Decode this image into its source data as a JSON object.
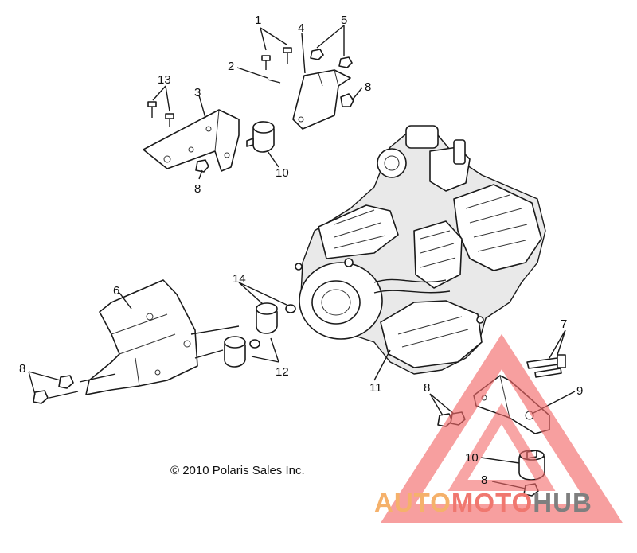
{
  "diagram": {
    "callouts": [
      {
        "id": "c1",
        "text": "1"
      },
      {
        "id": "c2",
        "text": "2"
      },
      {
        "id": "c3",
        "text": "3"
      },
      {
        "id": "c4",
        "text": "4"
      },
      {
        "id": "c5",
        "text": "5"
      },
      {
        "id": "c6",
        "text": "6"
      },
      {
        "id": "c7",
        "text": "7"
      },
      {
        "id": "c8a",
        "text": "8"
      },
      {
        "id": "c8b",
        "text": "8"
      },
      {
        "id": "c8c",
        "text": "8"
      },
      {
        "id": "c8d",
        "text": "8"
      },
      {
        "id": "c8e",
        "text": "8"
      },
      {
        "id": "c9",
        "text": "9"
      },
      {
        "id": "c10a",
        "text": "10"
      },
      {
        "id": "c10b",
        "text": "10"
      },
      {
        "id": "c11",
        "text": "11"
      },
      {
        "id": "c12",
        "text": "12"
      },
      {
        "id": "c13",
        "text": "13"
      },
      {
        "id": "c14",
        "text": "14"
      }
    ],
    "copyright": "© 2010 Polaris Sales Inc."
  },
  "watermark": {
    "part1": "AUTO",
    "part2": "MOTO",
    "part3": "HUB",
    "colors": {
      "auto": "#f5b16b",
      "moto": "#f0776f",
      "hub": "#7f7f7f",
      "triangle": "#f36a6a"
    }
  }
}
